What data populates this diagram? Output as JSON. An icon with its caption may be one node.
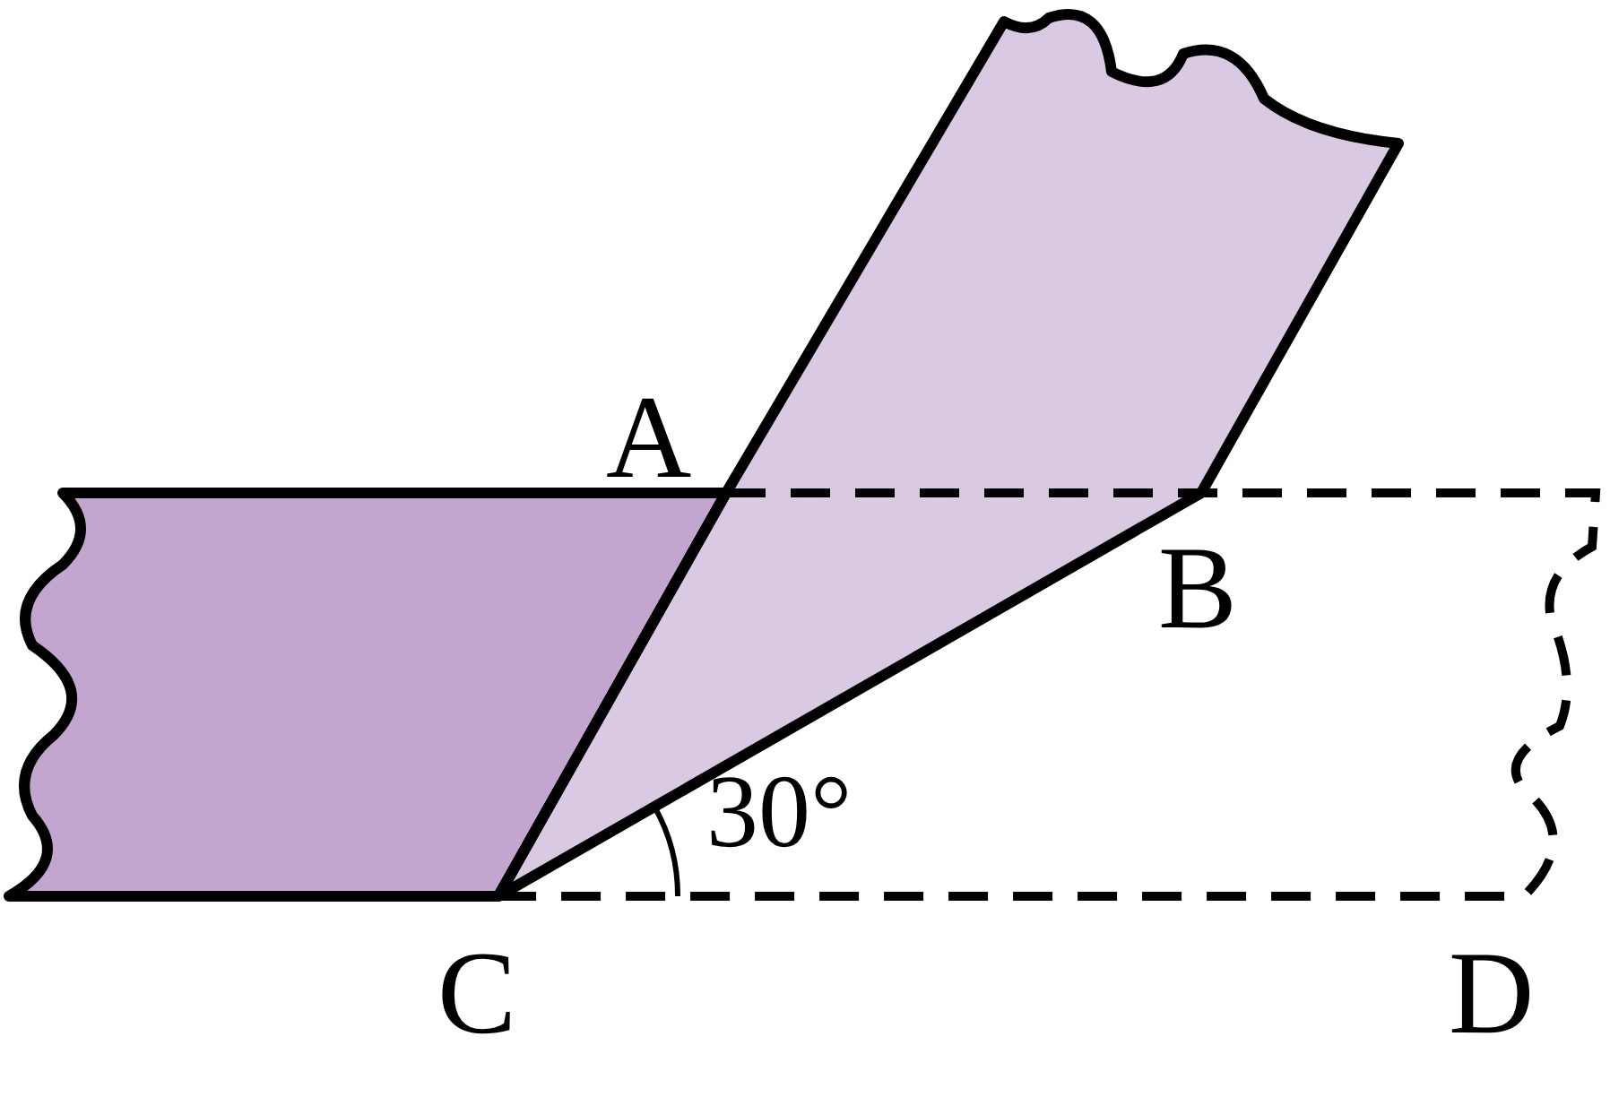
{
  "diagram": {
    "labels": [
      "A",
      "B",
      "30°",
      "C",
      "D"
    ]
  }
}
